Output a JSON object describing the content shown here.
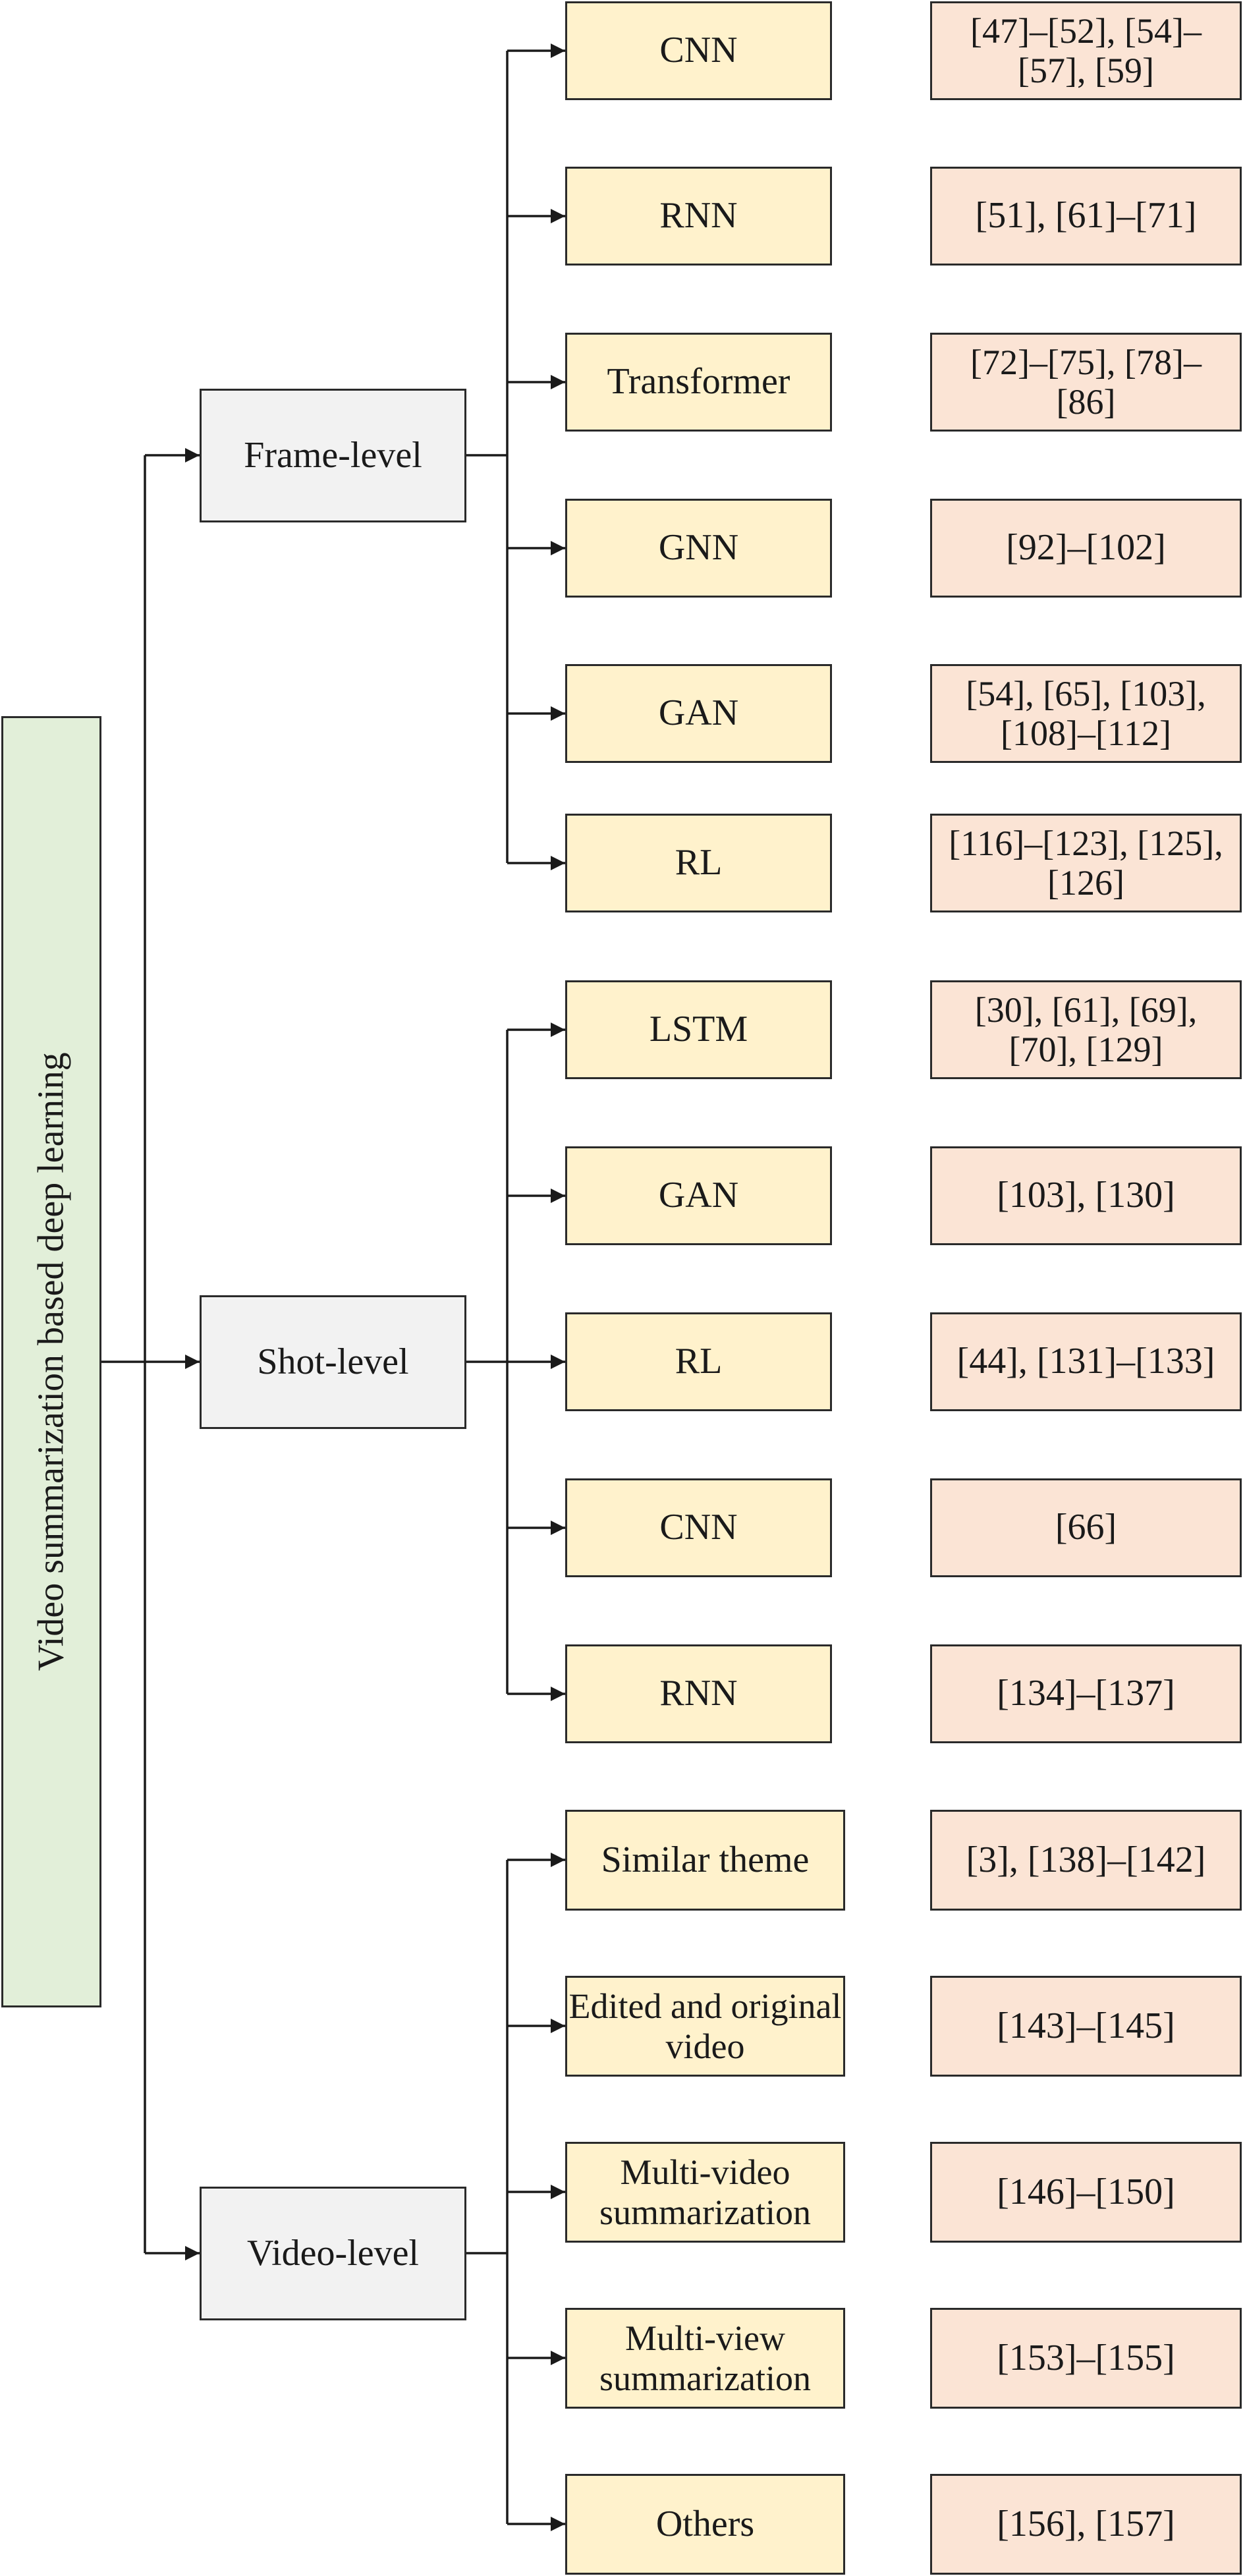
{
  "root": {
    "label": "Video summarization based deep learning"
  },
  "groups": [
    {
      "label": "Frame-level",
      "items": [
        {
          "method": "CNN",
          "refs": "[47]–[52], [54]– [57], [59]"
        },
        {
          "method": "RNN",
          "refs": "[51], [61]–[71]"
        },
        {
          "method": "Transformer",
          "refs": "[72]–[75], [78]– [86]"
        },
        {
          "method": "GNN",
          "refs": "[92]–[102]"
        },
        {
          "method": "GAN",
          "refs": "[54], [65], [103], [108]–[112]"
        },
        {
          "method": "RL",
          "refs": "[116]–[123], [125], [126]"
        }
      ]
    },
    {
      "label": "Shot-level",
      "items": [
        {
          "method": "LSTM",
          "refs": "[30], [61], [69], [70], [129]"
        },
        {
          "method": "GAN",
          "refs": "[103], [130]"
        },
        {
          "method": "RL",
          "refs": "[44], [131]–[133]"
        },
        {
          "method": "CNN",
          "refs": "[66]"
        },
        {
          "method": "RNN",
          "refs": "[134]–[137]"
        }
      ]
    },
    {
      "label": "Video-level",
      "items": [
        {
          "method": "Similar theme",
          "refs": "[3], [138]–[142]"
        },
        {
          "method": "Edited and original video",
          "refs": "[143]–[145]"
        },
        {
          "method": "Multi-video summarization",
          "refs": "[146]–[150]"
        },
        {
          "method": "Multi-view summarization",
          "refs": "[153]–[155]"
        },
        {
          "method": "Others",
          "refs": "[156], [157]"
        }
      ]
    }
  ]
}
